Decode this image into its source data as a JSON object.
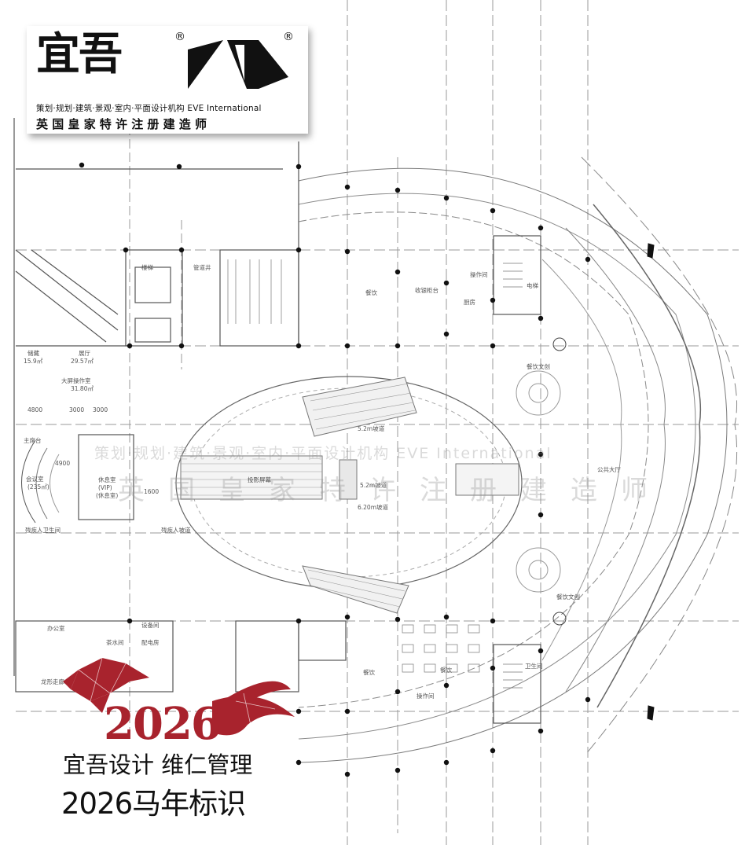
{
  "logo": {
    "main_text": "宜吾",
    "registered_mark": "®",
    "tagline": "策划·规划·建筑·景观·室内·平面设计机构  EVE International",
    "subtitle": "英国皇家特许注册建造师"
  },
  "watermark": {
    "line1": "策划·规划·建筑·景观·室内·平面设计机构 EVE International",
    "line2": "英国皇家特许注册建造师"
  },
  "horse_logo": {
    "year": "2026",
    "color": "#a8232d"
  },
  "caption": {
    "line1": "宜吾设计 维仁管理",
    "line2": "2026马年标识"
  },
  "plan_labels": {
    "storage1": "储藏",
    "storage1_area": "15.9㎡",
    "exhibit": "展厅",
    "exhibit_area": "29.57㎡",
    "equipment": "大屏操作室",
    "equipment_area": "31.80㎡",
    "dim1": "4800",
    "dim2": "3000",
    "dim3": "3000",
    "platform": "主席台",
    "dim_4900": "4900",
    "meeting": "会议室",
    "meeting_area": "(235㎡)",
    "lounge": "休息室",
    "vip": "(VIP)",
    "lounge_area": "(休息室)",
    "dim_1600": "1600",
    "toilet_note": "残疾人卫生间",
    "access_note": "残疾人坡道",
    "stair": "楼梯",
    "shaft": "管道井",
    "dining_top": "餐饮",
    "cashier": "收银柜台",
    "kitchen": "厨房",
    "room": "操作间",
    "elev": "电梯",
    "culture1": "餐饮文创",
    "center": "投影屏幕",
    "ramp1": "5.2m坡道",
    "ramp2": "5.2m坡道",
    "ramp3": "6.20m坡道",
    "foyer": "公共大厅",
    "culture2": "餐饮文创",
    "office": "办公室",
    "water": "茶水间",
    "equip": "设备间",
    "electric": "配电房",
    "dining_bottom": "餐饮",
    "dining_mid": "餐饮",
    "room2": "操作间",
    "toilet2": "卫生间",
    "dragon": "龙形走廊"
  }
}
